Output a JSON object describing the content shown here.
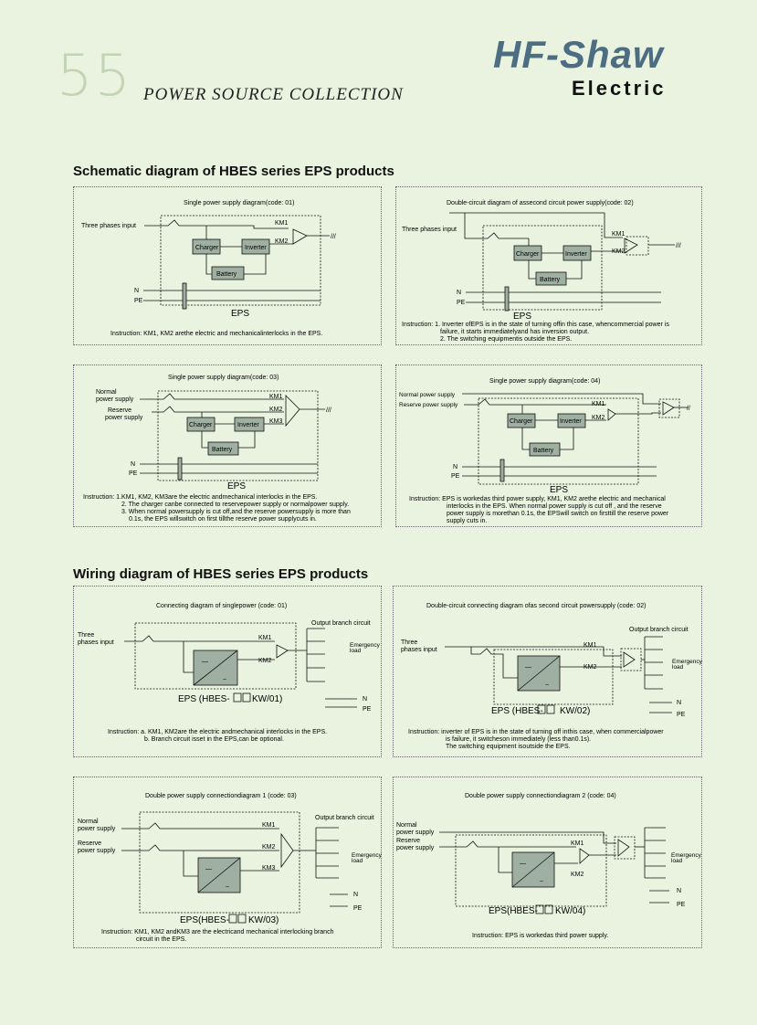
{
  "header": {
    "page_number": "55",
    "collection": "POWER SOURCE COLLECTION",
    "brand": "HF-Shaw",
    "brand_sub": "Electric"
  },
  "colors": {
    "background": "#eaf3df",
    "brand": "#4d6d82",
    "box_fill": "#9fb0a3"
  },
  "schematic": {
    "title": "Schematic diagram of HBES series EPS products",
    "d1": {
      "title": "Single power supply diagram(code: 01)",
      "input": "Three phases input",
      "km1": "KM1",
      "km2": "KM2",
      "charger": "Charger",
      "inverter": "Inverter",
      "battery": "Battery",
      "n": "N",
      "pe": "PE",
      "eps": "EPS",
      "instruction": [
        "Instruction: KM1, KM2 arethe electric and mechanicalinterlocks in the EPS."
      ]
    },
    "d2": {
      "title": "Double-circuit diagram of assecond circuit power supply(code: 02)",
      "input": "Three phases input",
      "km1": "KM1",
      "km2": "KM2",
      "charger": "Charger",
      "inverter": "Inverter",
      "battery": "Battery",
      "n": "N",
      "pe": "PE",
      "eps": "EPS",
      "instruction": [
        "Instruction: 1. Inverter ofEPS is in the state of turning offin this case, whencommercial power is",
        "failure,  it  starts  immediatelyand has inversion output.",
        "2. The switching equipmentis outside the EPS."
      ]
    },
    "d3": {
      "title": "Single power supply diagram(code: 03)",
      "normal": [
        "Normal",
        "power supply"
      ],
      "reserve": [
        "Reserve",
        "power supply"
      ],
      "km1": "KM1",
      "km2": "KM2",
      "km3": "KM3",
      "charger": "Charger",
      "inverter": "Inverter",
      "battery": "Battery",
      "n": "N",
      "pe": "PE",
      "eps": "EPS",
      "instruction": [
        "Instruction: 1.KM1, KM2, KM3are the electric andmechanical interlocks in the EPS.",
        "2. The charger canbe connected to reservepower supply or normalpower supply.",
        "3. When normal powersupply is cut off,and the reserve powersupply is more than",
        "0.1s, the EPS willswitch on first tillthe reserve power supplycuts in."
      ]
    },
    "d4": {
      "title": "Single power supply diagram(code: 04)",
      "normal": "Normal power supply",
      "reserve": "Reserve power supply",
      "km1": "KM1",
      "km2": "KM2",
      "charger": "Charger",
      "inverter": "Inverter",
      "battery": "Battery",
      "n": "N",
      "pe": "PE",
      "eps": "EPS",
      "instruction": [
        "Instruction:  EPS is workedas third power supply, KM1, KM2 arethe electric and mechanical",
        "interlocks in the EPS. When normal power  supply  is  cut  off ,  and  the  reserve",
        "power supply is morethan 0.1s, the EPSwill switch on firsttill the reserve power",
        "supply cuts in."
      ]
    }
  },
  "wiring": {
    "title": "Wiring diagram of HBES series EPS products",
    "w1": {
      "title": "Connecting diagram of singlepower (code: 01)",
      "input": [
        "Three",
        "phases input"
      ],
      "output_branch": "Output branch circuit",
      "emergency": [
        "Emergency",
        "load"
      ],
      "km1": "KM1",
      "km2": "KM2",
      "eps_pre": "EPS  (HBES-",
      "eps_post": "KW/01)",
      "n": "N",
      "pe": "PE",
      "instruction": [
        "Instruction:  a.  KM1, KM2are the electric andmechanical interlocks in the EPS.",
        "b. Branch circuit isset in the EPS,can be optional."
      ]
    },
    "w2": {
      "title": "Double-circuit connecting diagram ofas second circuit powersupply (code: 02)",
      "input": [
        "Three",
        "phases input"
      ],
      "output_branch": "Output branch circuit",
      "emergency": [
        "Emergency",
        "load"
      ],
      "km1": "KM1",
      "km2": "KM2",
      "eps_pre": "EPS  (HBES-",
      "eps_post": "KW/02)",
      "n": "N",
      "pe": "PE",
      "instruction": [
        "Instruction: inverter of EPS is in the state of turning off inthis case, when commercialpower",
        "is failure, it switcheson immediately (less than0.1s).",
        "The switching equipment isoutside the EPS."
      ]
    },
    "w3": {
      "title": "Double power supply connectiondiagram 1 (code: 03)",
      "normal": [
        "Normal",
        "power supply"
      ],
      "reserve": [
        "Reserve",
        "power supply"
      ],
      "output_branch": "Output branch circuit",
      "emergency": [
        "Emergency",
        "load"
      ],
      "km1": "KM1",
      "km2": "KM2",
      "km3": "KM3",
      "eps_pre": "EPS(HBES-",
      "eps_post": "KW/03)",
      "n": "N",
      "pe": "PE",
      "instruction": [
        "Instruction: KM1, KM2 andKM3 are the electricand mechanical interlocking branch",
        "circuit in the EPS."
      ]
    },
    "w4": {
      "title": "Double power supply connectiondiagram 2 (code: 04)",
      "normal": [
        "Normal",
        "power supply"
      ],
      "reserve": [
        "Reserve",
        "power supply"
      ],
      "emergency": [
        "Emergency",
        "load"
      ],
      "km1": "KM1",
      "km2": "KM2",
      "eps_pre": "EPS(HBES-",
      "eps_post": "KW/04)",
      "n": "N",
      "pe": "PE",
      "instruction": [
        "Instruction: EPS is workedas third power supply."
      ]
    }
  }
}
